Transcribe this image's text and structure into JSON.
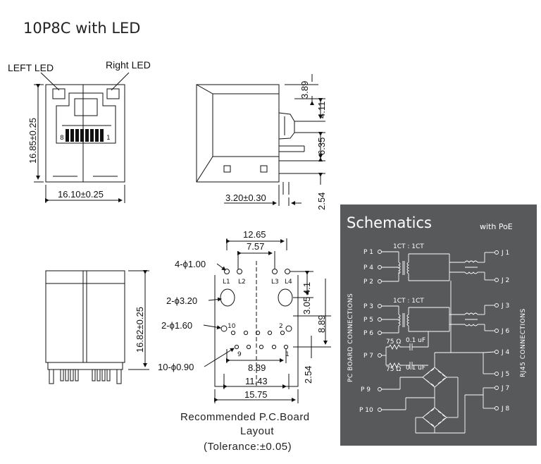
{
  "title": "10P8C with LED",
  "front_view": {
    "left_led": "LEFT LED",
    "right_led": "Right LED",
    "height_dim": "16.85±0.25",
    "width_dim": "16.10±0.25",
    "pin_first": "8",
    "pin_last": "1"
  },
  "side_view": {
    "dim_top": "3.89",
    "dim_a": "4.11",
    "dim_b": "6.35",
    "dim_bottom": "2.54",
    "dim_depth": "3.20±0.30"
  },
  "rear_view": {
    "height_dim": "16.82±0.25"
  },
  "pcb_layout": {
    "dim_top": "12.65",
    "dim_led": "7.57",
    "hole_led": "4-ϕ1.00",
    "hole_mount": "2-ϕ3.20",
    "hole_shield": "2-ϕ1.60",
    "hole_pins": "10-ϕ0.90",
    "dim_right_a": "3.05",
    "dim_right_b": "4.1",
    "dim_right_c": "8.89",
    "dim_right_d": "2.54",
    "dim_pins": "8.89",
    "dim_mid": "11.43",
    "dim_total": "15.75",
    "led_labels": [
      "L1",
      "L2",
      "L3",
      "L4"
    ],
    "pin_labels": [
      "10",
      "9",
      "2",
      "1"
    ],
    "caption_line1": "Recommended  P.C.Board",
    "caption_line2": "Layout",
    "caption_line3": "(Tolerance:±0.05)"
  },
  "schematic": {
    "title": "Schematics",
    "subtitle": "with PoE",
    "left_side_label": "PC BOARD CONNECTIONS",
    "right_side_label": "RJ45 CONNECTIONS",
    "ratio_1": "1CT : 1CT",
    "ratio_2": "1CT : 1CT",
    "left_pins": [
      "P 1",
      "P 4",
      "P 2",
      "P 3",
      "P 5",
      "P 6",
      "P 7",
      "P 9",
      "P 10"
    ],
    "right_pins": [
      "J 1",
      "J 2",
      "J 3",
      "J 6",
      "J 4",
      "J 5",
      "J 7",
      "J 8"
    ],
    "res_1": "75 Ω",
    "res_2": "75 Ω",
    "cap_1": "0.1 uF",
    "cap_2": "0.1 uF",
    "colors": {
      "panel": "#58595b",
      "line": "#ffffff"
    }
  }
}
